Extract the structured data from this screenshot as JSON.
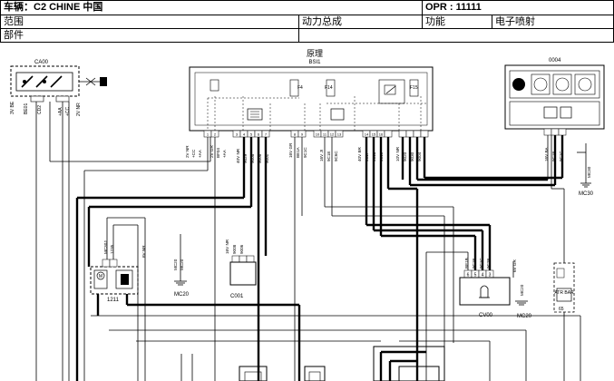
{
  "header": {
    "vehicle": "车辆：C2 CHINE 中国",
    "opr": "OPR : 11111",
    "scope_label": "范围",
    "scope_value": "动力总成",
    "function_label": "功能",
    "function_value": "电子喷射",
    "part_label": "部件"
  },
  "diagram": {
    "title": "原理",
    "main_code": "BSI1",
    "left_box_code": "CA00",
    "right_box_code": "0004",
    "fuses": [
      "F4",
      "F14",
      "F15"
    ],
    "left_conn_labels": [
      "3V BE",
      "BE01",
      "CD2",
      "+AA",
      "+CC",
      "2V NR"
    ],
    "main_wires_left": [
      "2V NR",
      "+CC",
      "+AA",
      "2V GR",
      "BF04",
      "+AA"
    ],
    "main_wires_mid": [
      "40V NR",
      "9029",
      "9008",
      "9006",
      "9001"
    ],
    "main_wires_mid2": [
      "16V GR",
      "BE1A",
      "9C1C"
    ],
    "main_wires_center": [
      "16V JI",
      "9C1E",
      "9C6C"
    ],
    "main_wires_right": [
      "40V BR",
      "9017",
      "9018",
      "9019"
    ],
    "main_wires_right2": [
      "10V NR",
      "9020",
      "9030",
      "9004"
    ],
    "right_conn_labels": [
      "16V BA",
      "9C1E",
      "9C1C"
    ],
    "ground_right": "MC30",
    "comp_1211": "1211",
    "comp_1211_labels": [
      "MC30J",
      "1235",
      "6V NR"
    ],
    "ground_mc20_a": "MC20",
    "ground_mc20_a_labels": [
      "MC20",
      "MC20"
    ],
    "comp_c001": "C001",
    "comp_c001_labels": [
      "16V NR",
      "9008",
      "9006"
    ],
    "comp_cv00": "CV00",
    "comp_cv00_labels": [
      "BE1B",
      "9C1E",
      "9C1C",
      "9C2E",
      "6V GR"
    ],
    "ground_mc20_b": "MC20",
    "comp_right_small": "ATR BAR",
    "comp_right_small_code": "65",
    "pin_numbers_main": [
      "1",
      "2",
      "3",
      "4",
      "5",
      "6",
      "7",
      "8",
      "9",
      "10",
      "11",
      "12",
      "13",
      "14",
      "15",
      "16"
    ],
    "pin_numbers_cv00": [
      "6",
      "5",
      "4",
      "3"
    ]
  }
}
